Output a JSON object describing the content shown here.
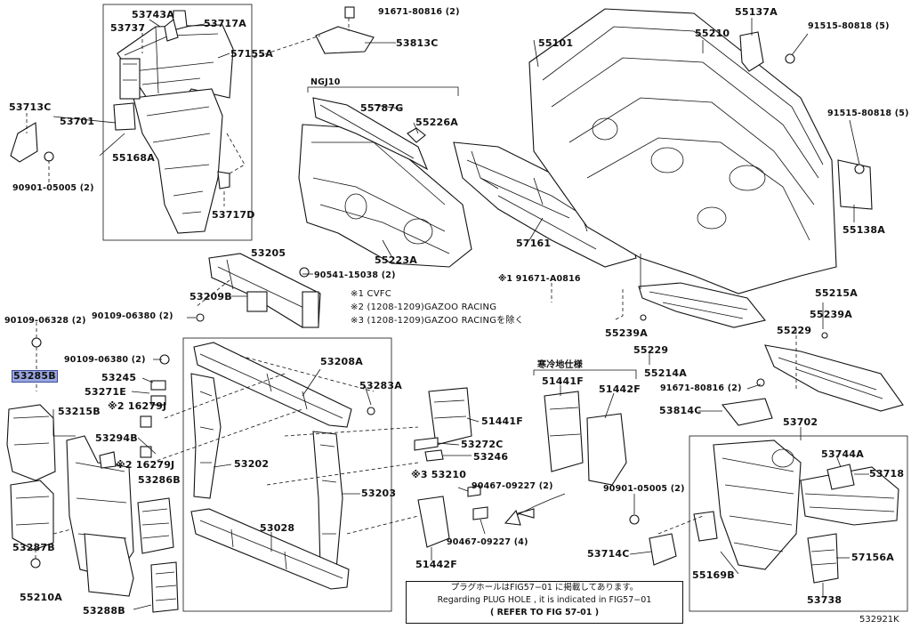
{
  "diagram": {
    "ref_code": "532921K",
    "highlighted_part": "53285B",
    "labels": {
      "p53743A": "53743A",
      "p53737": "53737",
      "p53717A": "53717A",
      "p57155A": "57155A",
      "p53713C": "53713C",
      "p53701": "53701",
      "p55168A": "55168A",
      "p90901a": "90901-05005 (2)",
      "p53717D": "53717D",
      "p91671a": "91671-80816 (2)",
      "p53813C": "53813C",
      "pNGJ10": "NGJ10",
      "p55787G": "55787G",
      "p55226A": "55226A",
      "p55223A": "55223A",
      "p55101": "55101",
      "p55210": "55210",
      "p55137A": "55137A",
      "p91515a": "91515-80818 (5)",
      "p91515b": "91515-80818 (5)",
      "p55138A": "55138A",
      "p57161": "57161",
      "p53205": "53205",
      "p90541": "90541-15038 (2)",
      "p53209B": "53209B",
      "p91671A0816": "※1 91671-A0816",
      "n1": "※1 CVFC",
      "n2": "※2 (1208-1209)GAZOO RACING",
      "n3": "※3 (1208-1209)GAZOO RACINGを除く",
      "p55239A": "55239A",
      "p55229": "55229",
      "p55214A": "55214A",
      "p55215A": "55215A",
      "p55239A2": "55239A",
      "p55229b": "55229",
      "p90109a": "90109-06328 (2)",
      "p90109b": "90109-06380 (2)",
      "p90109c": "90109-06380 (2)",
      "p53285B": "53285B",
      "p53215B": "53215B",
      "p53245": "53245",
      "p53271E": "53271E",
      "p216279J": "※2 16279J",
      "p53294B": "53294B",
      "p216279J2": "※2 16279J",
      "p53286B": "53286B",
      "p53287B": "53287B",
      "p55210A": "55210A",
      "p53288B": "53288B",
      "p53208A": "53208A",
      "p53283A": "53283A",
      "p53202": "53202",
      "p53203": "53203",
      "p53028": "53028",
      "kanrei": "寒冷地仕様",
      "p51441F": "51441F",
      "p51442F": "51442F",
      "p51441F2": "51441F",
      "p53272C": "53272C",
      "p53246": "53246",
      "p353210": "※3 53210",
      "p90467a": "90467-09227 (2)",
      "p90467b": "90467-09227 (4)",
      "p51442F2": "51442F",
      "p91671b": "91671-80816 (2)",
      "p53814C": "53814C",
      "p53702": "53702",
      "p90901b": "90901-05005 (2)",
      "p53744A": "53744A",
      "p53718": "53718",
      "p53714C": "53714C",
      "p55169B": "55169B",
      "p57156A": "57156A",
      "p53738": "53738"
    },
    "note": {
      "line1": "プラグホールはFIG57−01 に掲載してあります。",
      "line2": "Regarding PLUG HOLE , it is indicated in FIG57−01",
      "line3": "( REFER TO FIG 57-01 )"
    }
  }
}
